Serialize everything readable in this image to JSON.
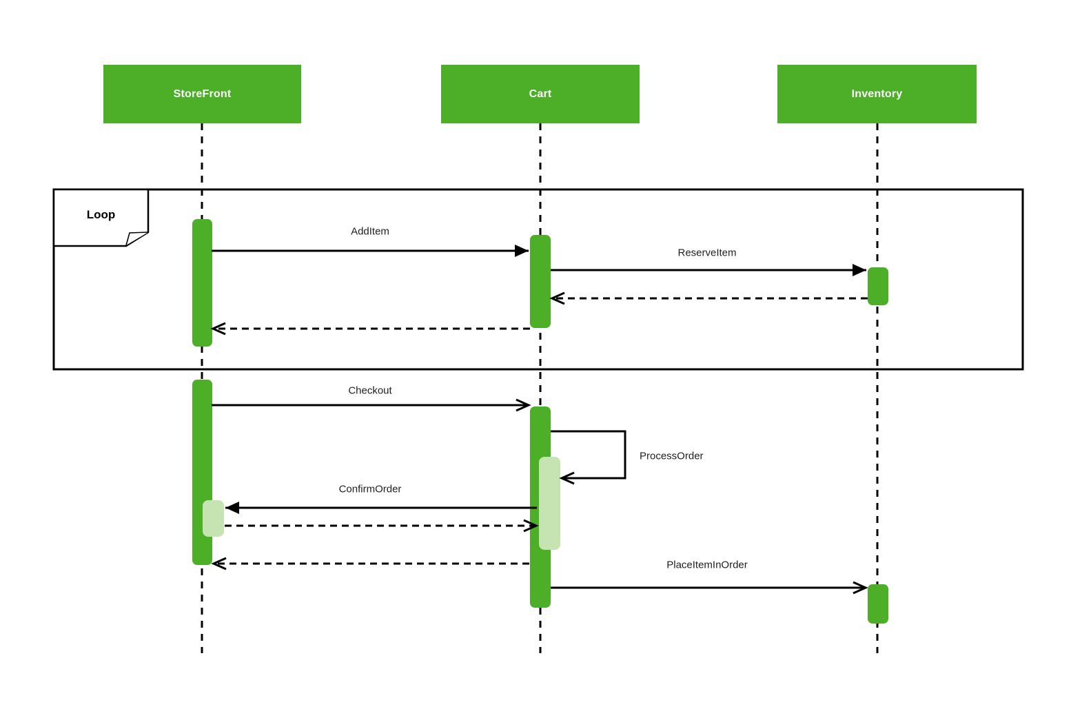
{
  "diagram": {
    "type": "uml-sequence-diagram",
    "participants": [
      {
        "name": "StoreFront"
      },
      {
        "name": "Cart"
      },
      {
        "name": "Inventory"
      }
    ],
    "fragment": {
      "label": "Loop",
      "contains": [
        "AddItem",
        "ReserveItem"
      ]
    },
    "messages": [
      {
        "label": "AddItem",
        "from": "StoreFront",
        "to": "Cart",
        "line": "solid",
        "arrowhead": "filled"
      },
      {
        "label": "ReserveItem",
        "from": "Cart",
        "to": "Inventory",
        "line": "solid",
        "arrowhead": "filled"
      },
      {
        "label": "",
        "from": "Inventory",
        "to": "Cart",
        "line": "dashed",
        "arrowhead": "open"
      },
      {
        "label": "",
        "from": "Cart",
        "to": "StoreFront",
        "line": "dashed",
        "arrowhead": "open"
      },
      {
        "label": "Checkout",
        "from": "StoreFront",
        "to": "Cart",
        "line": "solid",
        "arrowhead": "open"
      },
      {
        "label": "ProcessOrder",
        "from": "Cart",
        "to": "Cart",
        "line": "solid",
        "arrowhead": "open"
      },
      {
        "label": "ConfirmOrder",
        "from": "Cart",
        "to": "StoreFront",
        "line": "solid",
        "arrowhead": "filled"
      },
      {
        "label": "",
        "from": "StoreFront",
        "to": "Cart",
        "line": "dashed",
        "arrowhead": "open"
      },
      {
        "label": "",
        "from": "Cart",
        "to": "StoreFront",
        "line": "dashed",
        "arrowhead": "open"
      },
      {
        "label": "PlaceItemInOrder",
        "from": "Cart",
        "to": "Inventory",
        "line": "solid",
        "arrowhead": "open"
      }
    ],
    "colors": {
      "participant_fill": "#4caf27",
      "activation_fill": "#4caf27",
      "nested_activation_fill": "#c6e4b2",
      "line_color": "#000000",
      "participant_text": "#ffffff",
      "label_text": "#1f1f1f",
      "background": "#ffffff"
    }
  }
}
